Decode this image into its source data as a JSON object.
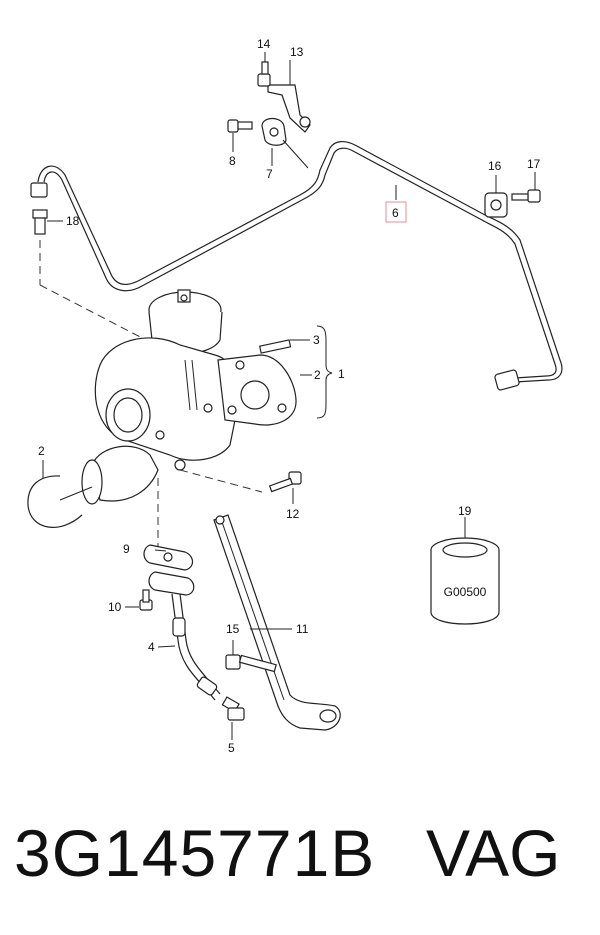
{
  "callouts": {
    "c1": "1",
    "c2": "2",
    "c2b": "2",
    "c3": "3",
    "c4": "4",
    "c5": "5",
    "c6": "6",
    "c7": "7",
    "c8": "8",
    "c9": "9",
    "c10": "10",
    "c11": "11",
    "c12": "12",
    "c13": "13",
    "c14": "14",
    "c15": "15",
    "c16": "16",
    "c17": "17",
    "c18": "18",
    "c19": "19"
  },
  "highlight_color": "#e8a0a8",
  "filter_label": "G00500",
  "footer": {
    "part_number": "3G145771B",
    "brand": "VAG"
  }
}
